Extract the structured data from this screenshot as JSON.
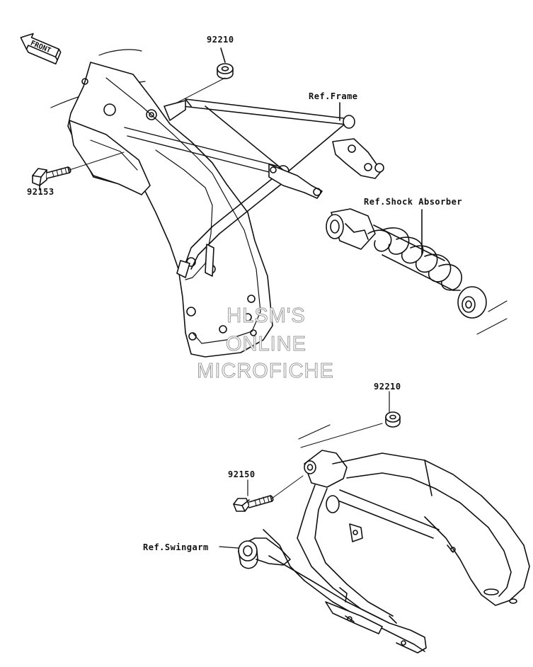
{
  "labels": {
    "part_92210_top": "92210",
    "ref_frame": "Ref.Frame",
    "part_92153": "92153",
    "ref_shock_absorber": "Ref.Shock Absorber",
    "part_92210_bottom": "92210",
    "part_92150": "92150",
    "ref_swingarm": "Ref.Swingarm"
  },
  "front_arrow": {
    "text": "FRONT",
    "icon": "front-arrow-icon"
  },
  "watermark": {
    "line1": "HLSM'S",
    "line2": "ONLINE",
    "line3": "MICROFICHE"
  }
}
